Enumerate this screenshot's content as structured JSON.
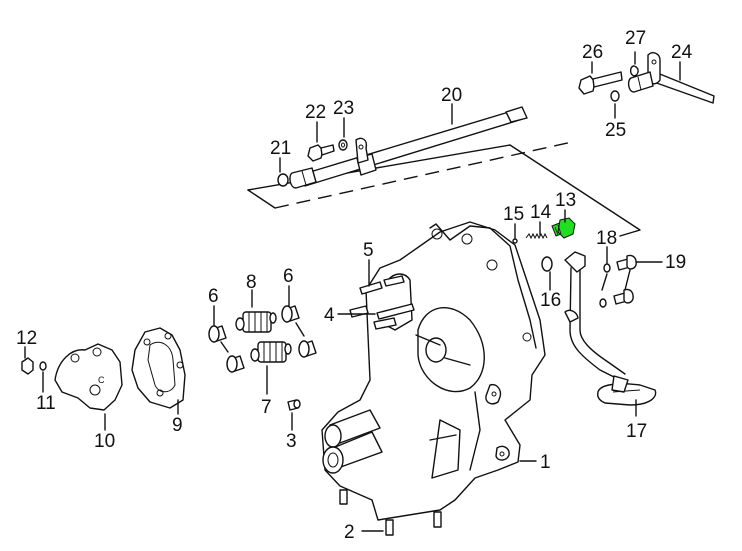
{
  "diagram": {
    "title": "Exploded parts diagram - transmission side cover with oil pump and linkage",
    "highlight_color": "#22dd22",
    "highlighted_part": "13",
    "labels": {
      "p1": "1",
      "p2": "2",
      "p3": "3",
      "p4": "4",
      "p5": "5",
      "p6a": "6",
      "p6b": "6",
      "p7": "7",
      "p8": "8",
      "p9": "9",
      "p10": "10",
      "p11": "11",
      "p12": "12",
      "p13": "13",
      "p14": "14",
      "p15": "15",
      "p16": "16",
      "p17": "17",
      "p18": "18",
      "p19": "19",
      "p20": "20",
      "p21": "21",
      "p22": "22",
      "p23": "23",
      "p24": "24",
      "p25": "25",
      "p26": "26",
      "p27": "27"
    }
  }
}
